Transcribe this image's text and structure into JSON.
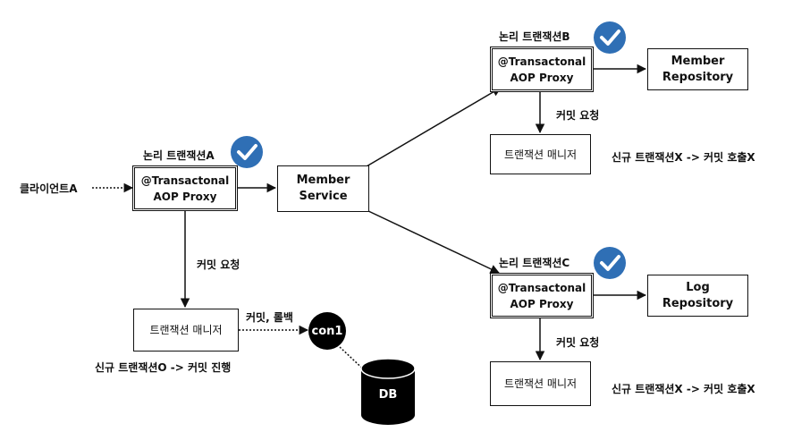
{
  "client": {
    "label": "클라이언트A"
  },
  "tx_a": {
    "label": "논리 트랜잭션A",
    "proxy_line1": "@Transactonal",
    "proxy_line2": "AOP Proxy"
  },
  "member_service": {
    "line1": "Member",
    "line2": "Service"
  },
  "tx_b": {
    "label": "논리 트랜잭션B",
    "proxy_line1": "@Transactonal",
    "proxy_line2": "AOP Proxy",
    "repo_line1": "Member",
    "repo_line2": "Repository",
    "commit_request": "커밋 요청",
    "manager": "트랜잭션 매니저",
    "note": "신규 트랜잭션X -> 커밋 호출X"
  },
  "tx_c": {
    "label": "논리 트랜잭션C",
    "proxy_line1": "@Transactonal",
    "proxy_line2": "AOP Proxy",
    "repo_line1": "Log",
    "repo_line2": "Repository",
    "commit_request": "커밋 요청",
    "manager": "트랜잭션 매니저",
    "note": "신규 트랜잭션X -> 커밋 호출X"
  },
  "main": {
    "commit_request": "커밋 요청",
    "manager": "트랜잭션 매니저",
    "commit_rollback": "커밋, 롤백",
    "note": "신규 트랜잭션O -> 커밋 진행",
    "connection": "con1",
    "db": "DB"
  },
  "colors": {
    "check_badge": "#2f6fb5",
    "stroke": "#111111"
  }
}
